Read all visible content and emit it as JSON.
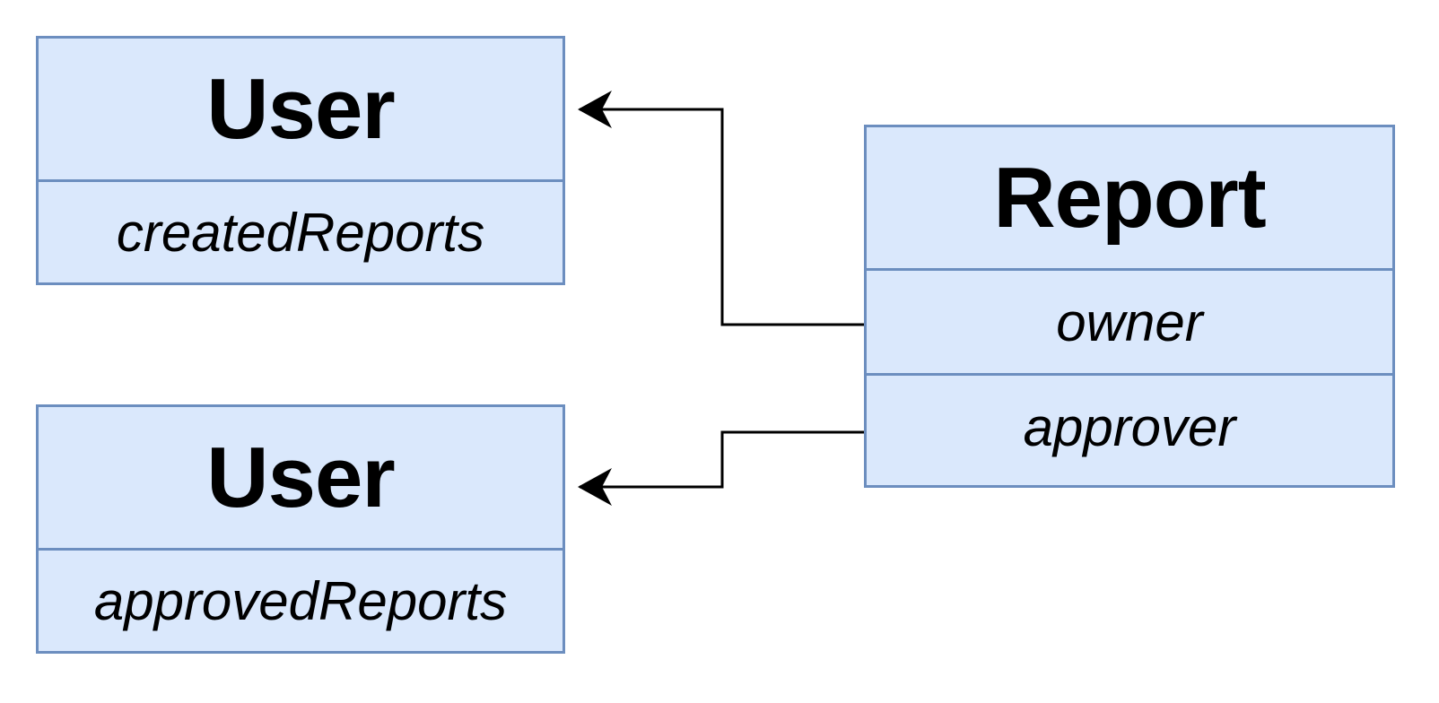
{
  "entities": {
    "user_top": {
      "name": "User",
      "fields": [
        "createdReports"
      ]
    },
    "user_bottom": {
      "name": "User",
      "fields": [
        "approvedReports"
      ]
    },
    "report": {
      "name": "Report",
      "fields": [
        "owner",
        "approver"
      ]
    }
  },
  "relations": [
    {
      "from": "report.owner",
      "to": "user_top"
    },
    {
      "from": "report.approver",
      "to": "user_bottom"
    }
  ],
  "colors": {
    "entity_fill": "#dae8fc",
    "entity_border": "#6c8ebf",
    "connector": "#000000"
  }
}
